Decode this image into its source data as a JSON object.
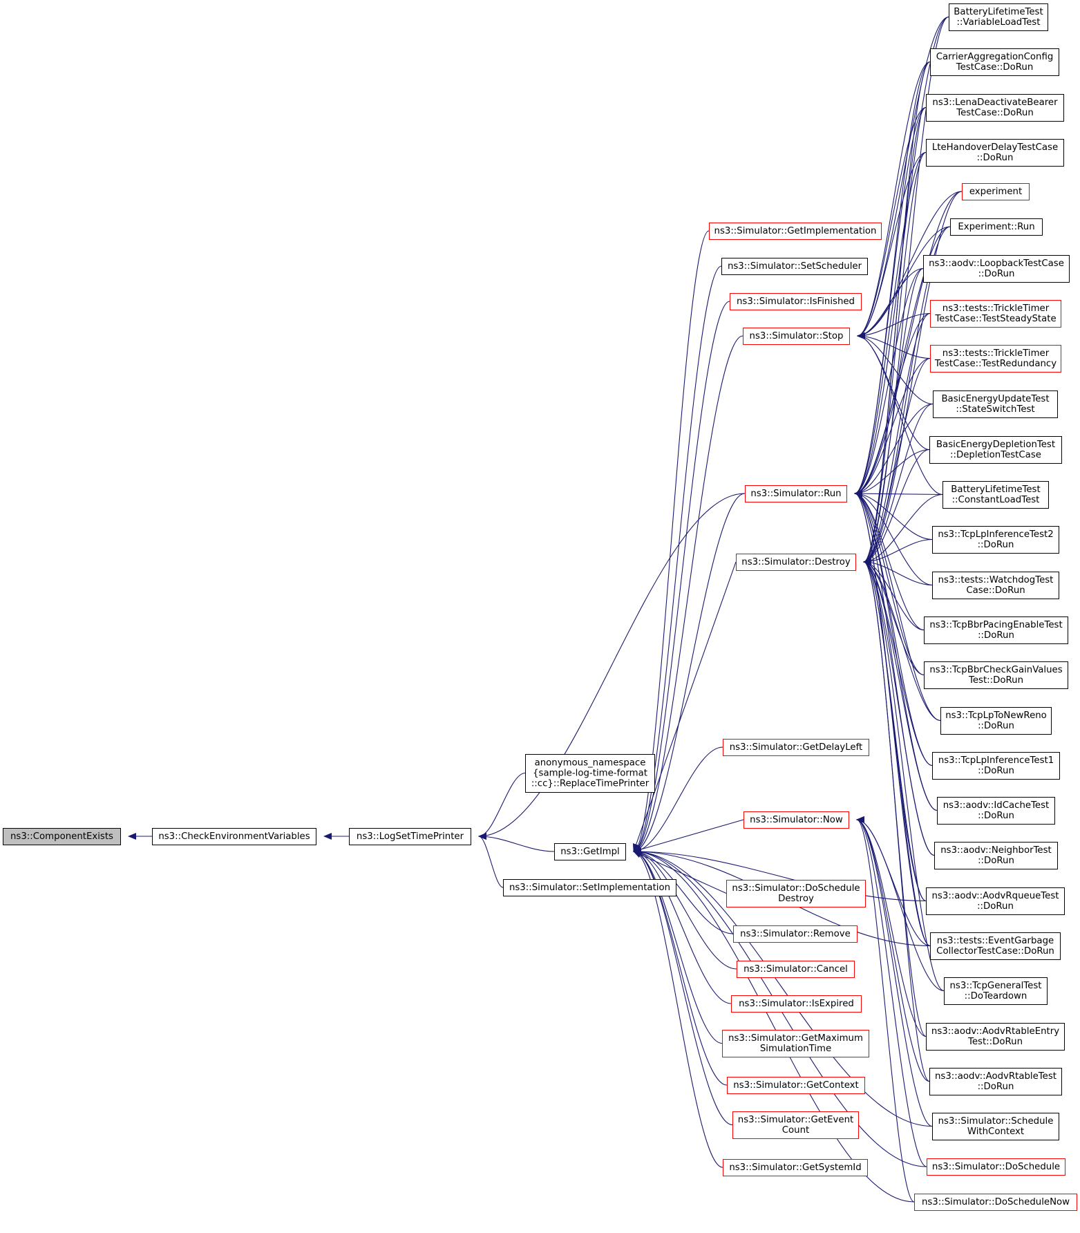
{
  "graph": {
    "colors": {
      "edge": "#191970",
      "root_fill": "#bfbfbf",
      "truncated_border": "#ff0000",
      "normal_border": "#000000"
    },
    "nodes": [
      {
        "id": "componentexists",
        "lines": [
          "ns3::ComponentExists"
        ],
        "style": "root"
      },
      {
        "id": "checkenv",
        "lines": [
          "ns3::CheckEnvironmentVariables"
        ],
        "style": "normal"
      },
      {
        "id": "logsettimeprinter",
        "lines": [
          "ns3::LogSetTimePrinter"
        ],
        "style": "normal"
      },
      {
        "id": "replacetimeprinter",
        "lines": [
          "anonymous_namespace",
          "{sample-log-time-format",
          "::cc}::ReplaceTimePrinter"
        ],
        "style": "normal"
      },
      {
        "id": "getimpl",
        "lines": [
          "ns3::GetImpl"
        ],
        "style": "normal"
      },
      {
        "id": "setimplementation",
        "lines": [
          "ns3::Simulator::SetImplementation"
        ],
        "style": "normal"
      },
      {
        "id": "getimplementation",
        "lines": [
          "ns3::Simulator::GetImplementation"
        ],
        "style": "red"
      },
      {
        "id": "setscheduler",
        "lines": [
          "ns3::Simulator::SetScheduler"
        ],
        "style": "normal"
      },
      {
        "id": "isfinished",
        "lines": [
          "ns3::Simulator::IsFinished"
        ],
        "style": "red"
      },
      {
        "id": "stop",
        "lines": [
          "ns3::Simulator::Stop"
        ],
        "style": "red"
      },
      {
        "id": "run",
        "lines": [
          "ns3::Simulator::Run"
        ],
        "style": "red"
      },
      {
        "id": "destroy",
        "lines": [
          "ns3::Simulator::Destroy"
        ],
        "style": "red"
      },
      {
        "id": "getdelayleft",
        "lines": [
          "ns3::Simulator::GetDelayLeft"
        ],
        "style": "red"
      },
      {
        "id": "now",
        "lines": [
          "ns3::Simulator::Now"
        ],
        "style": "red"
      },
      {
        "id": "doscheduledestroy",
        "lines": [
          "ns3::Simulator::DoSchedule",
          "Destroy"
        ],
        "style": "red"
      },
      {
        "id": "remove",
        "lines": [
          "ns3::Simulator::Remove"
        ],
        "style": "red"
      },
      {
        "id": "cancel",
        "lines": [
          "ns3::Simulator::Cancel"
        ],
        "style": "red"
      },
      {
        "id": "isexpired",
        "lines": [
          "ns3::Simulator::IsExpired"
        ],
        "style": "red"
      },
      {
        "id": "getmaxsimtime",
        "lines": [
          "ns3::Simulator::GetMaximum",
          "SimulationTime"
        ],
        "style": "red"
      },
      {
        "id": "getcontext",
        "lines": [
          "ns3::Simulator::GetContext"
        ],
        "style": "red"
      },
      {
        "id": "geteventcount",
        "lines": [
          "ns3::Simulator::GetEvent",
          "Count"
        ],
        "style": "red"
      },
      {
        "id": "getsystemid",
        "lines": [
          "ns3::Simulator::GetSystemId"
        ],
        "style": "red"
      },
      {
        "id": "batvariable",
        "lines": [
          "BatteryLifetimeTest",
          "::VariableLoadTest"
        ],
        "style": "normal"
      },
      {
        "id": "carrieragg",
        "lines": [
          "CarrierAggregationConfig",
          "TestCase::DoRun"
        ],
        "style": "normal"
      },
      {
        "id": "lenadeactivate",
        "lines": [
          "ns3::LenaDeactivateBearer",
          "TestCase::DoRun"
        ],
        "style": "normal"
      },
      {
        "id": "ltehandover",
        "lines": [
          "LteHandoverDelayTestCase",
          "::DoRun"
        ],
        "style": "normal"
      },
      {
        "id": "experiment",
        "lines": [
          "experiment"
        ],
        "style": "red"
      },
      {
        "id": "experimentrun",
        "lines": [
          "Experiment::Run"
        ],
        "style": "normal"
      },
      {
        "id": "aodvloopback",
        "lines": [
          "ns3::aodv::LoopbackTestCase",
          "::DoRun"
        ],
        "style": "normal"
      },
      {
        "id": "tricklesteady",
        "lines": [
          "ns3::tests::TrickleTimer",
          "TestCase::TestSteadyState"
        ],
        "style": "red"
      },
      {
        "id": "trickleredund",
        "lines": [
          "ns3::tests::TrickleTimer",
          "TestCase::TestRedundancy"
        ],
        "style": "red"
      },
      {
        "id": "basicenergyupdate",
        "lines": [
          "BasicEnergyUpdateTest",
          "::StateSwitchTest"
        ],
        "style": "normal"
      },
      {
        "id": "basicenergydepl",
        "lines": [
          "BasicEnergyDepletionTest",
          "::DepletionTestCase"
        ],
        "style": "normal"
      },
      {
        "id": "batconstant",
        "lines": [
          "BatteryLifetimeTest",
          "::ConstantLoadTest"
        ],
        "style": "normal"
      },
      {
        "id": "tcplpinf2",
        "lines": [
          "ns3::TcpLpInferenceTest2",
          "::DoRun"
        ],
        "style": "normal"
      },
      {
        "id": "watchdog",
        "lines": [
          "ns3::tests::WatchdogTest",
          "Case::DoRun"
        ],
        "style": "normal"
      },
      {
        "id": "tcpbbrpacing",
        "lines": [
          "ns3::TcpBbrPacingEnableTest",
          "::DoRun"
        ],
        "style": "normal"
      },
      {
        "id": "tcpbbrgain",
        "lines": [
          "ns3::TcpBbrCheckGainValues",
          "Test::DoRun"
        ],
        "style": "normal"
      },
      {
        "id": "tcplpnewreno",
        "lines": [
          "ns3::TcpLpToNewReno",
          "::DoRun"
        ],
        "style": "normal"
      },
      {
        "id": "tcplpinf1",
        "lines": [
          "ns3::TcpLpInferenceTest1",
          "::DoRun"
        ],
        "style": "normal"
      },
      {
        "id": "aodvidcache",
        "lines": [
          "ns3::aodv::IdCacheTest",
          "::DoRun"
        ],
        "style": "normal"
      },
      {
        "id": "aodvneighbor",
        "lines": [
          "ns3::aodv::NeighborTest",
          "::DoRun"
        ],
        "style": "normal"
      },
      {
        "id": "aodvrqueue",
        "lines": [
          "ns3::aodv::AodvRqueueTest",
          "::DoRun"
        ],
        "style": "normal"
      },
      {
        "id": "eventgarbage",
        "lines": [
          "ns3::tests::EventGarbage",
          "CollectorTestCase::DoRun"
        ],
        "style": "normal"
      },
      {
        "id": "tcpgeneral",
        "lines": [
          "ns3::TcpGeneralTest",
          "::DoTeardown"
        ],
        "style": "normal"
      },
      {
        "id": "aodvrtableentry",
        "lines": [
          "ns3::aodv::AodvRtableEntry",
          "Test::DoRun"
        ],
        "style": "normal"
      },
      {
        "id": "aodvrtable",
        "lines": [
          "ns3::aodv::AodvRtableTest",
          "::DoRun"
        ],
        "style": "normal"
      },
      {
        "id": "schedulewithctx",
        "lines": [
          "ns3::Simulator::Schedule",
          "WithContext"
        ],
        "style": "normal"
      },
      {
        "id": "doschedule",
        "lines": [
          "ns3::Simulator::DoSchedule"
        ],
        "style": "red"
      },
      {
        "id": "doschedulenow",
        "lines": [
          "ns3::Simulator::DoScheduleNow"
        ],
        "style": "red"
      }
    ]
  }
}
